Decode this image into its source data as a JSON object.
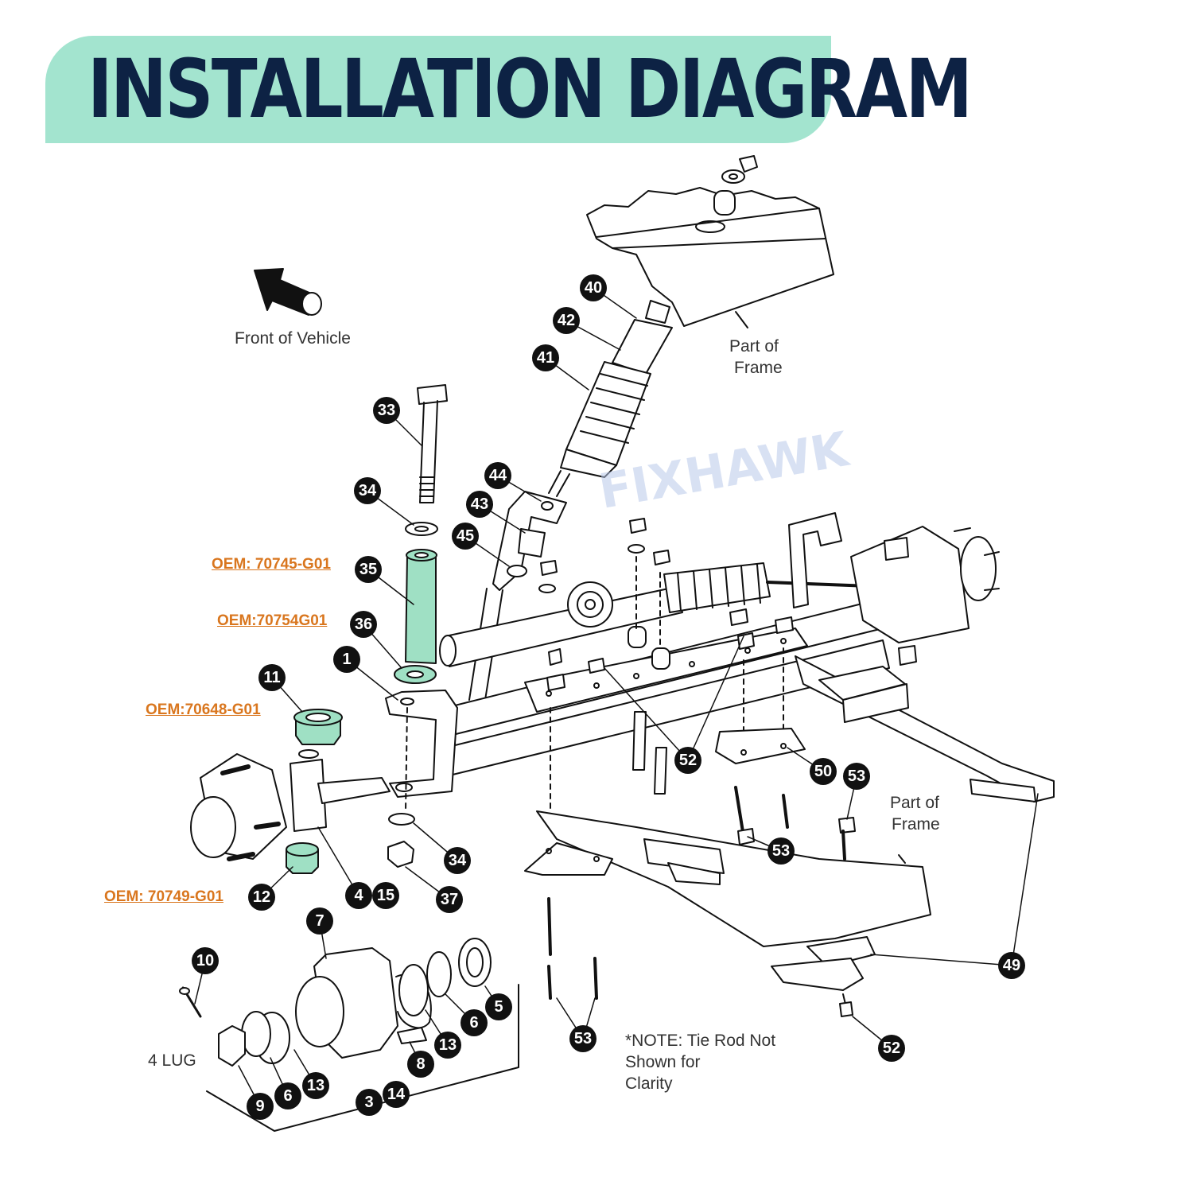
{
  "title": "INSTALLATION DIAGRAM",
  "watermark": "FIXHAWK",
  "front_label": "Front of Vehicle",
  "frame_label_top": {
    "line1": "Part of",
    "line2": "Frame"
  },
  "frame_label_bottom": {
    "line1": "Part of",
    "line2": "Frame"
  },
  "lug_label": "4 LUG",
  "note": {
    "line1": "*NOTE: Tie Rod Not",
    "line2": "Shown for",
    "line3": "Clarity"
  },
  "oem_labels": [
    "OEM: 70745-G01",
    "OEM:70754G01",
    "OEM:70648-G01",
    "OEM: 70749-G01"
  ],
  "part_markers": [
    "40",
    "42",
    "41",
    "33",
    "44",
    "34",
    "43",
    "45",
    "35",
    "36",
    "1",
    "11",
    "52",
    "50",
    "53",
    "53",
    "4",
    "15",
    "34",
    "37",
    "12",
    "7",
    "10",
    "49",
    "5",
    "6",
    "13",
    "8",
    "53",
    "52",
    "6",
    "13",
    "9",
    "3",
    "14"
  ],
  "colors": {
    "banner": "#a3e4cf",
    "title": "#0d2244",
    "oem": "#d9761e",
    "highlight": "#9fe0c4",
    "marker": "#111111"
  }
}
